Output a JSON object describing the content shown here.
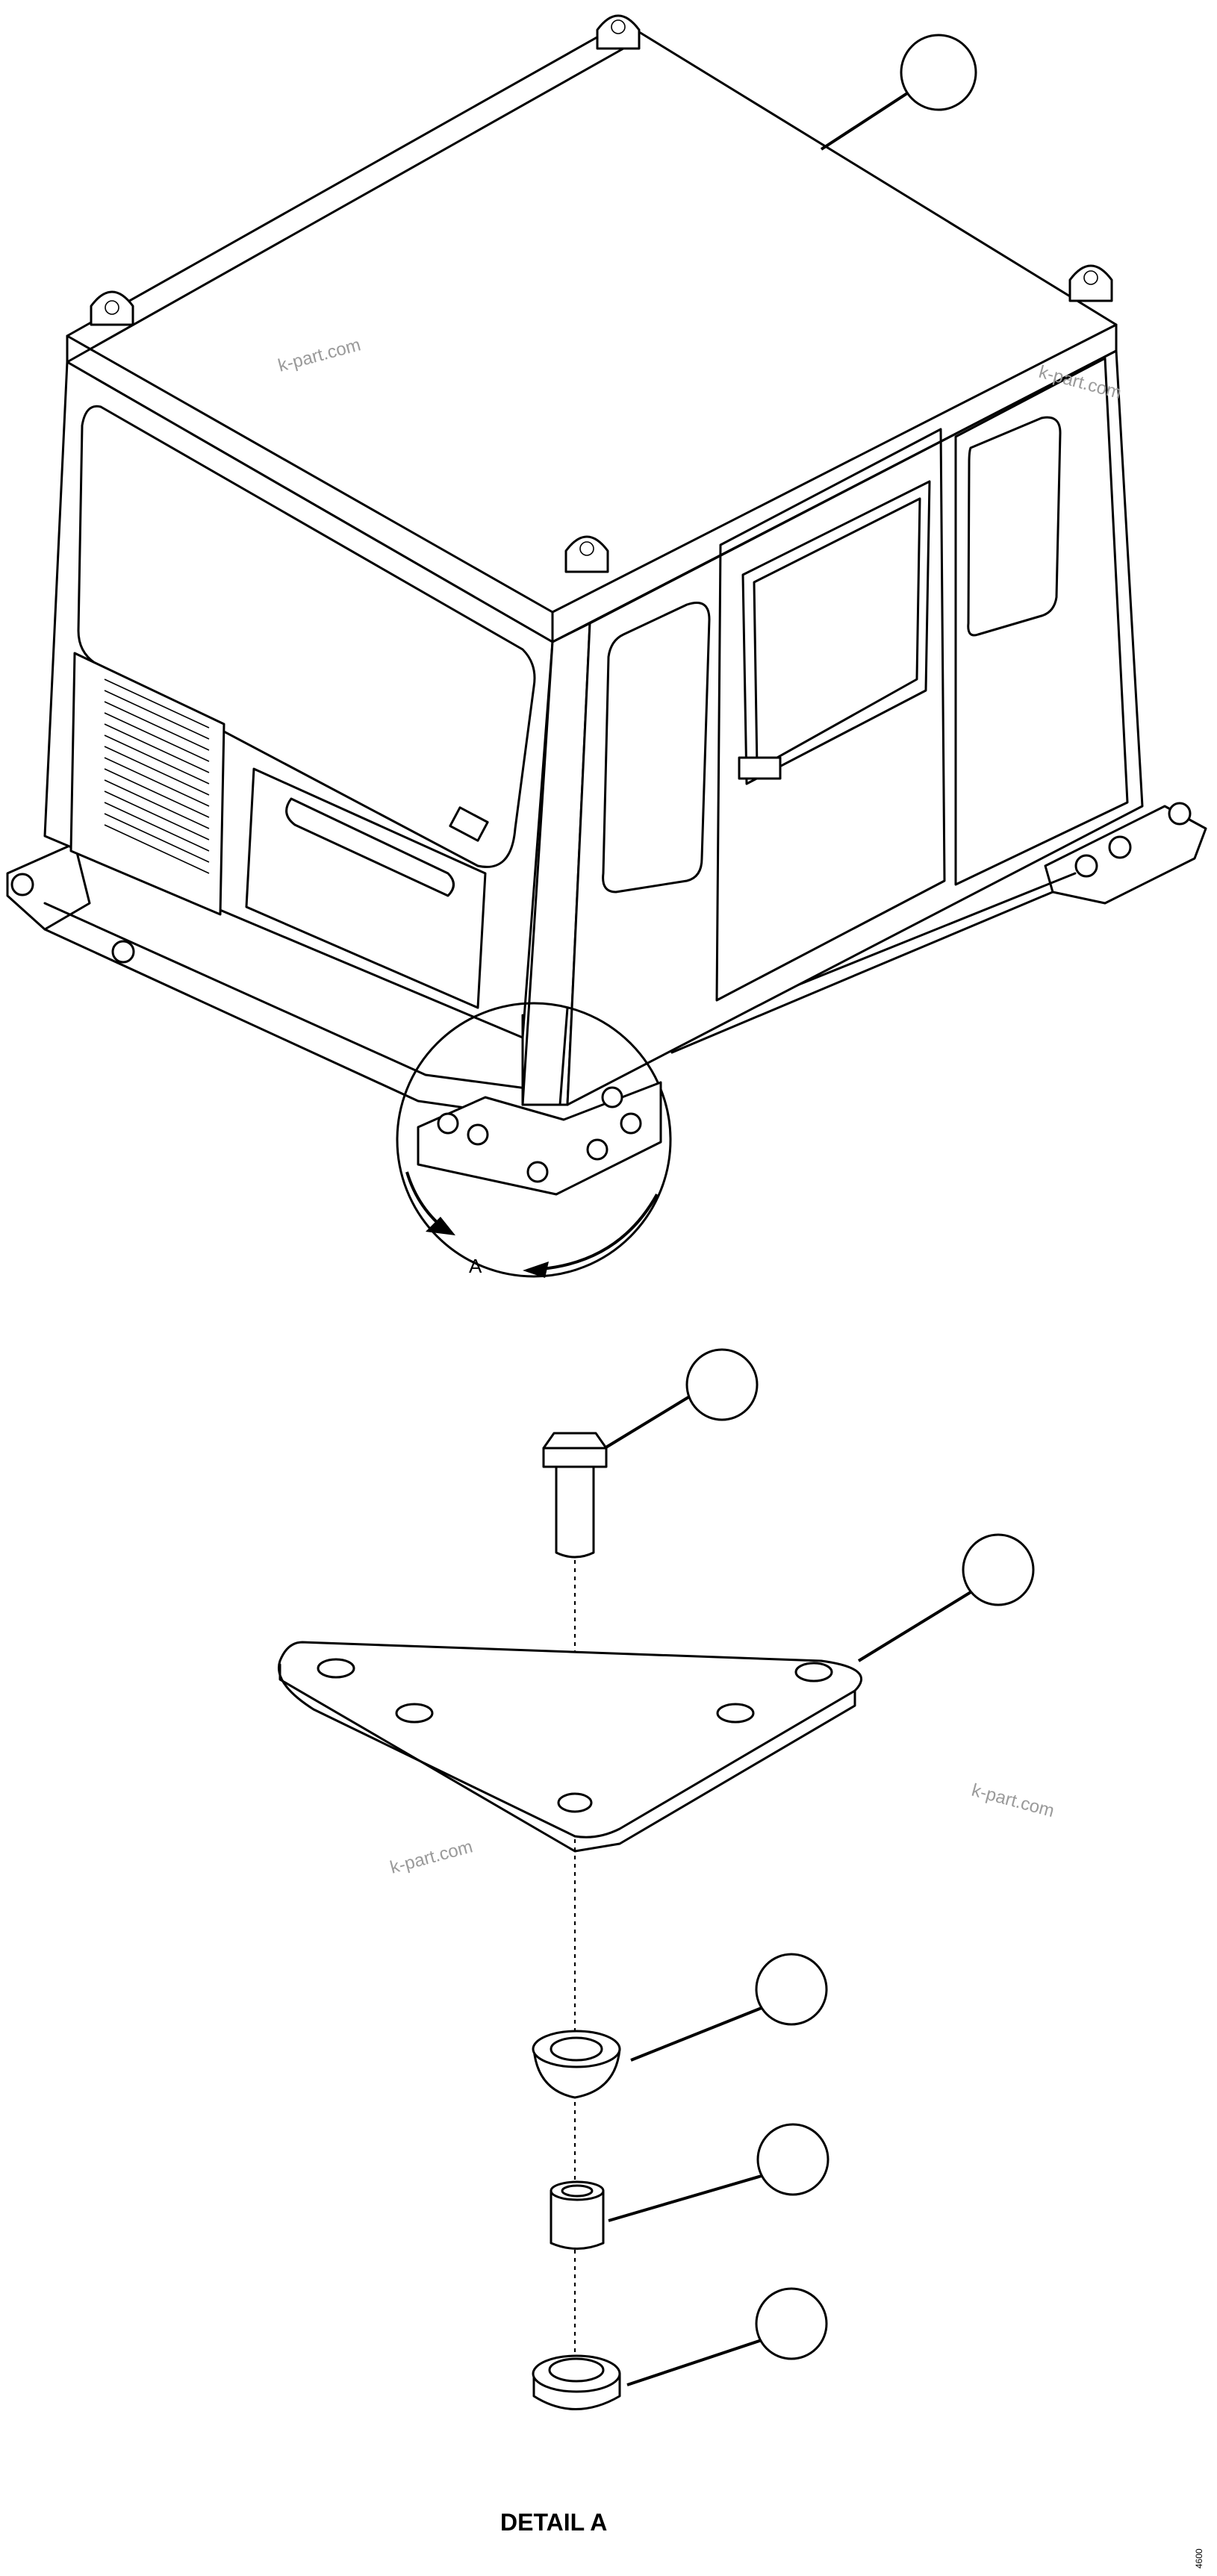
{
  "diagram": {
    "section_label": "A",
    "detail_caption": "DETAIL A",
    "figure_code": "4600",
    "watermark": "k-part.com"
  }
}
